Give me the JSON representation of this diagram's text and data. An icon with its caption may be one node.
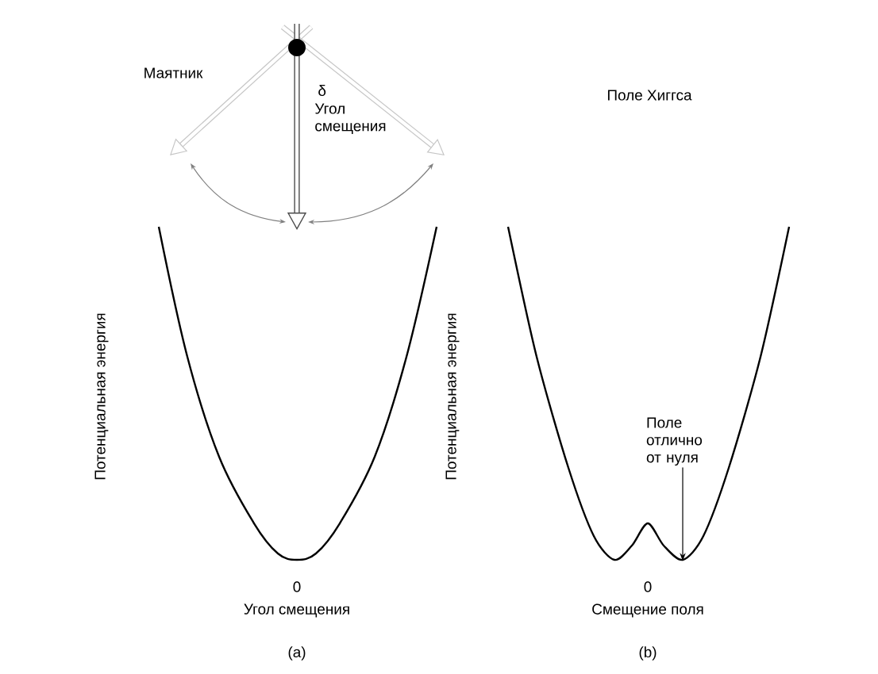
{
  "diagram": {
    "nodes": [
      {
        "text": [
          "Поле отлично от нуля"
        ],
        "in": 1
      },
      {
        "text": [],
        "shape": "picture"
      }
    ],
    "edges": [
      {
        "from": 0,
        "to": 1,
        "arrow": "to"
      }
    ],
    "labels": [
      "Маятник",
      "δ",
      "Угол смещения",
      "Поле Хиггса",
      "Потенциальная энергия",
      "Потенциальная энергия",
      "0",
      "Угол смещения",
      "0",
      "Смещение поля",
      "(a)",
      "(b)"
    ]
  }
}
